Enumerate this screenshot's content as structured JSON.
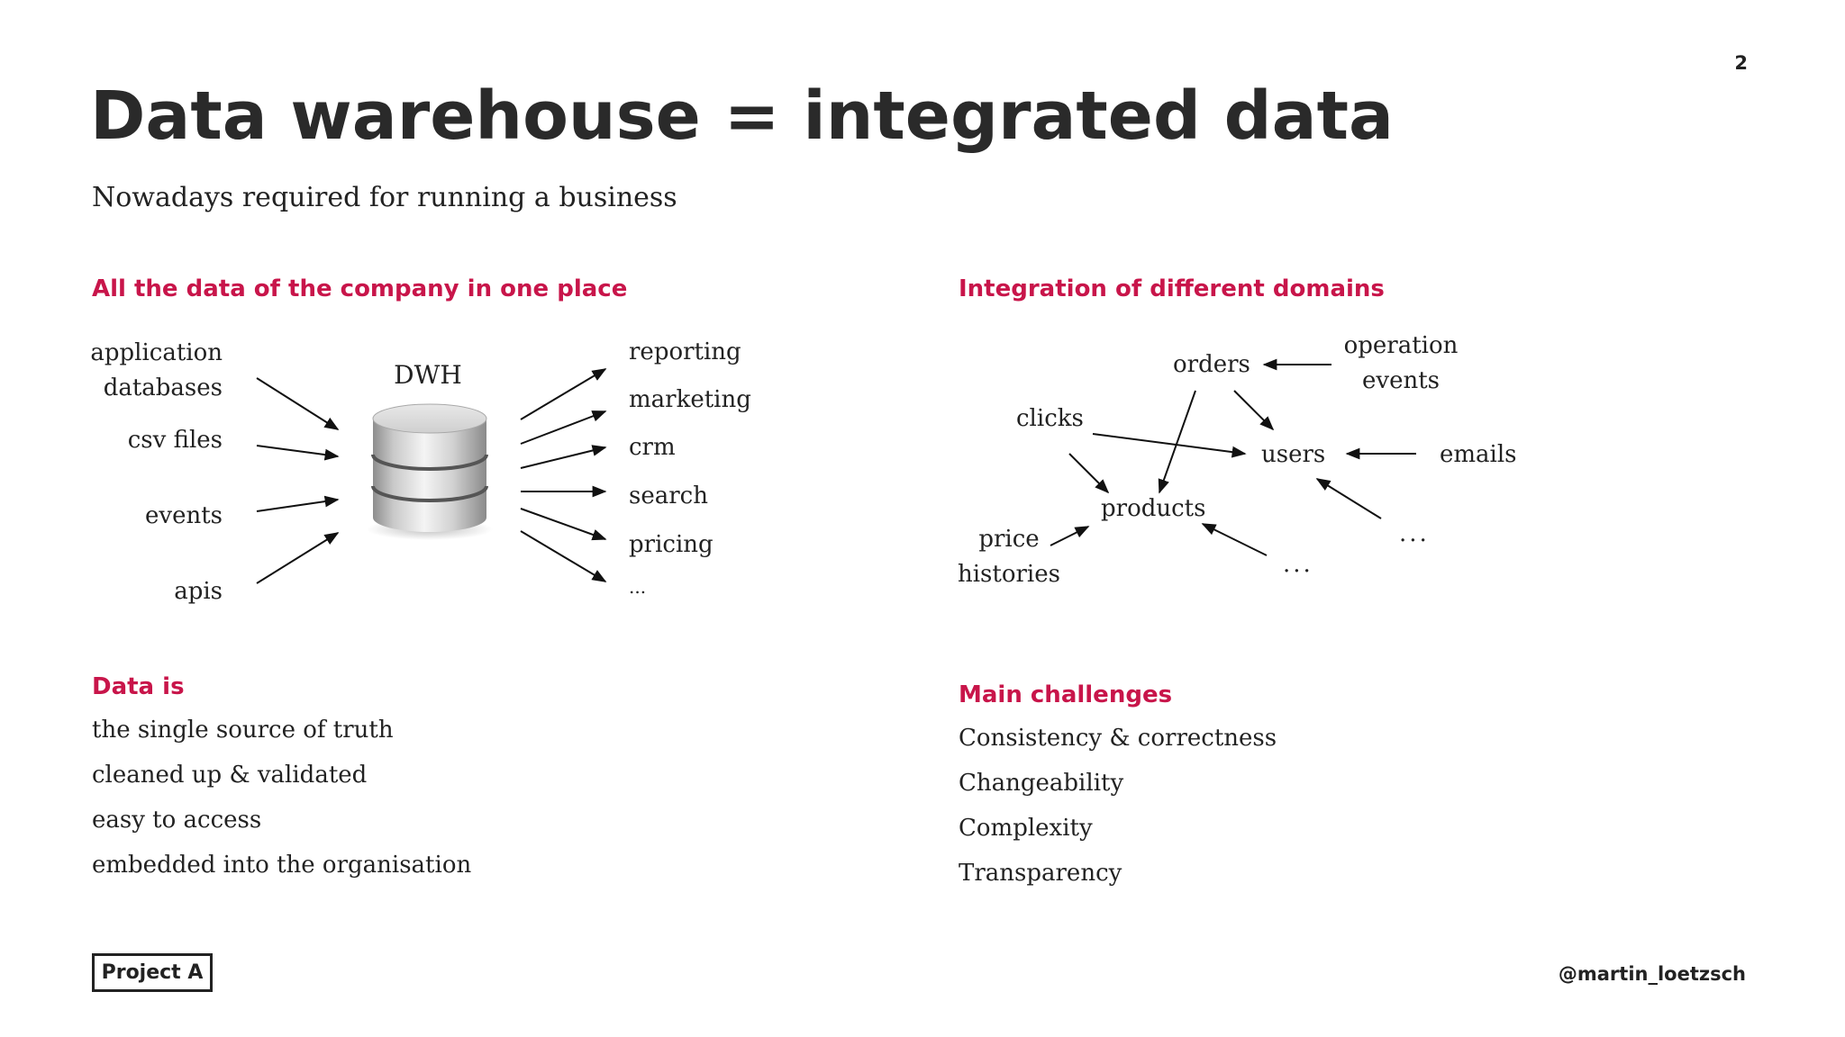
{
  "page_number": "2",
  "title": "Data warehouse = integrated data",
  "subtitle": "Nowadays required for running a business",
  "left_diagram": {
    "heading": "All the data of the company in one place",
    "hub_label": "DWH",
    "hub_icon": "database-icon",
    "sources": [
      {
        "line1": "application",
        "line2": "databases"
      },
      {
        "line1": "csv files"
      },
      {
        "line1": "events"
      },
      {
        "line1": "apis"
      }
    ],
    "outputs": [
      "reporting",
      "marketing",
      "crm",
      "search",
      "pricing",
      "..."
    ]
  },
  "right_diagram": {
    "heading": "Integration of different domains",
    "nodes": {
      "orders": "orders",
      "operation_events_1": "operation",
      "operation_events_2": "events",
      "clicks": "clicks",
      "users": "users",
      "emails": "emails",
      "products": "products",
      "price_histories_1": "price",
      "price_histories_2": "histories",
      "ellipsis_right": "...",
      "ellipsis_bottom": "..."
    }
  },
  "data_is": {
    "heading": "Data is",
    "items": [
      "the single source of truth",
      "cleaned up & validated",
      "easy to access",
      "embedded into the organisation"
    ]
  },
  "challenges": {
    "heading": "Main challenges",
    "items": [
      "Consistency & correctness",
      "Changeability",
      "Complexity",
      "Transparency"
    ]
  },
  "footer": {
    "brand": "Project A",
    "handle": "@martin_loetzsch"
  },
  "colors": {
    "accent": "#c8154a",
    "text": "#222222",
    "title": "#2a2a2a"
  }
}
